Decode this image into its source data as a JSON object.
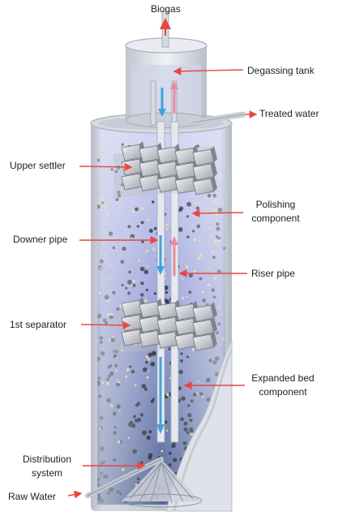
{
  "colors": {
    "callout_arrow": "#e8473f",
    "flow_down": "#3fa2dc",
    "flow_up": "#e88aa0",
    "vessel_wall": "#c9ced6",
    "liquid_top": "#c9c9f3",
    "liquid_bottom": "#5a6c9a"
  },
  "labels": {
    "biogas": "Biogas",
    "degassing_tank": "Degassing tank",
    "treated_water": "Treated water",
    "upper_settler": "Upper settler",
    "polishing_line1": "Polishing",
    "polishing_line2": "component",
    "downer_pipe": "Downer pipe",
    "riser_pipe": "Riser pipe",
    "first_separator": "1st separator",
    "expanded_line1": "Expanded bed",
    "expanded_line2": "component",
    "distribution_line1": "Distribution",
    "distribution_line2": "system",
    "raw_water": "Raw Water"
  }
}
